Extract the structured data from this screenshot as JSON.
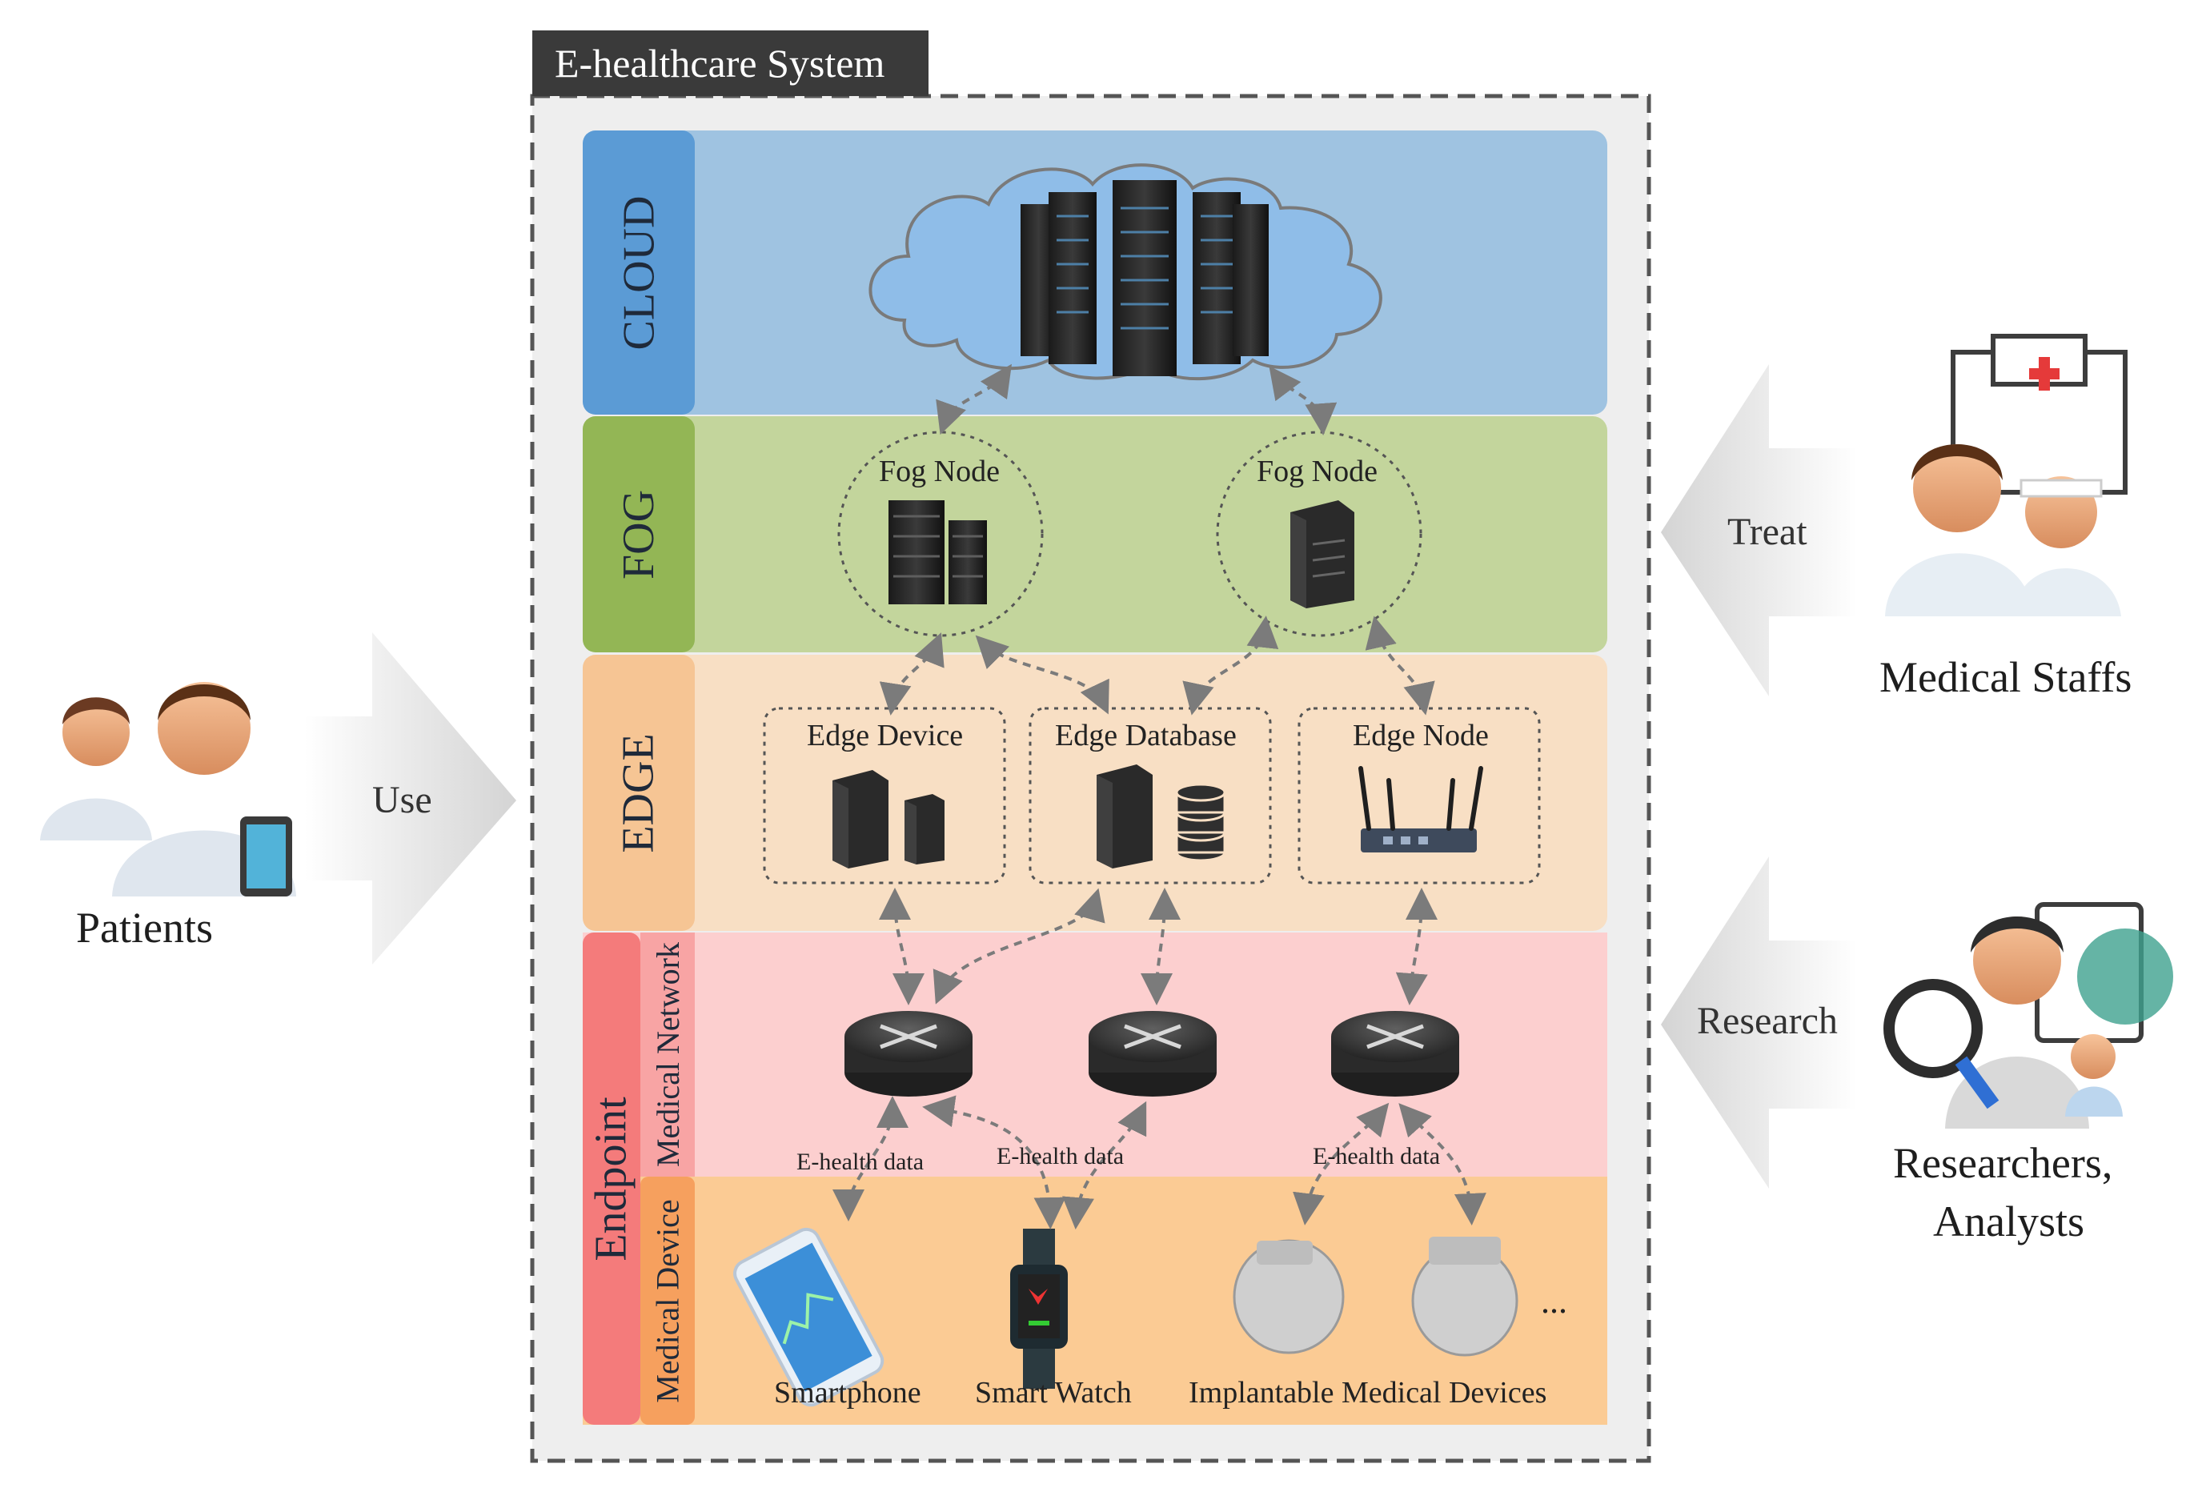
{
  "system": {
    "title": "E-healthcare System"
  },
  "layers": {
    "cloud": "CLOUD",
    "fog": "FOG",
    "edge": "EDGE",
    "endpoint": "Endpoint",
    "medical_network": "Medical Network",
    "medical_device": "Medical Device"
  },
  "fog_nodes": [
    "Fog Node",
    "Fog Node"
  ],
  "edge_boxes": [
    "Edge Device",
    "Edge Database",
    "Edge Node"
  ],
  "ehealth_labels": [
    "E-health data",
    "E-health data",
    "E-health data"
  ],
  "devices": {
    "smartphone": "Smartphone",
    "smartwatch": "Smart Watch",
    "implantable": "Implantable Medical Devices",
    "ellipsis": "..."
  },
  "actors": {
    "patients": "Patients",
    "use": "Use",
    "medical_staffs": "Medical Staffs",
    "treat": "Treat",
    "researchers_line1": "Researchers,",
    "researchers_line2": "Analysts",
    "research": "Research"
  },
  "colors": {
    "cloud_bg": "#9fc3e1",
    "cloud_tab": "#5b9bd5",
    "fog_bg": "#c3d59c",
    "fog_tab": "#93b655",
    "edge_bg": "#f8dfc4",
    "edge_tab": "#f6c594",
    "network_bg": "#fccfcf",
    "device_bg": "#fbcb94",
    "endpoint_tab": "#f47b7b",
    "device_tab": "#f6a05e"
  }
}
